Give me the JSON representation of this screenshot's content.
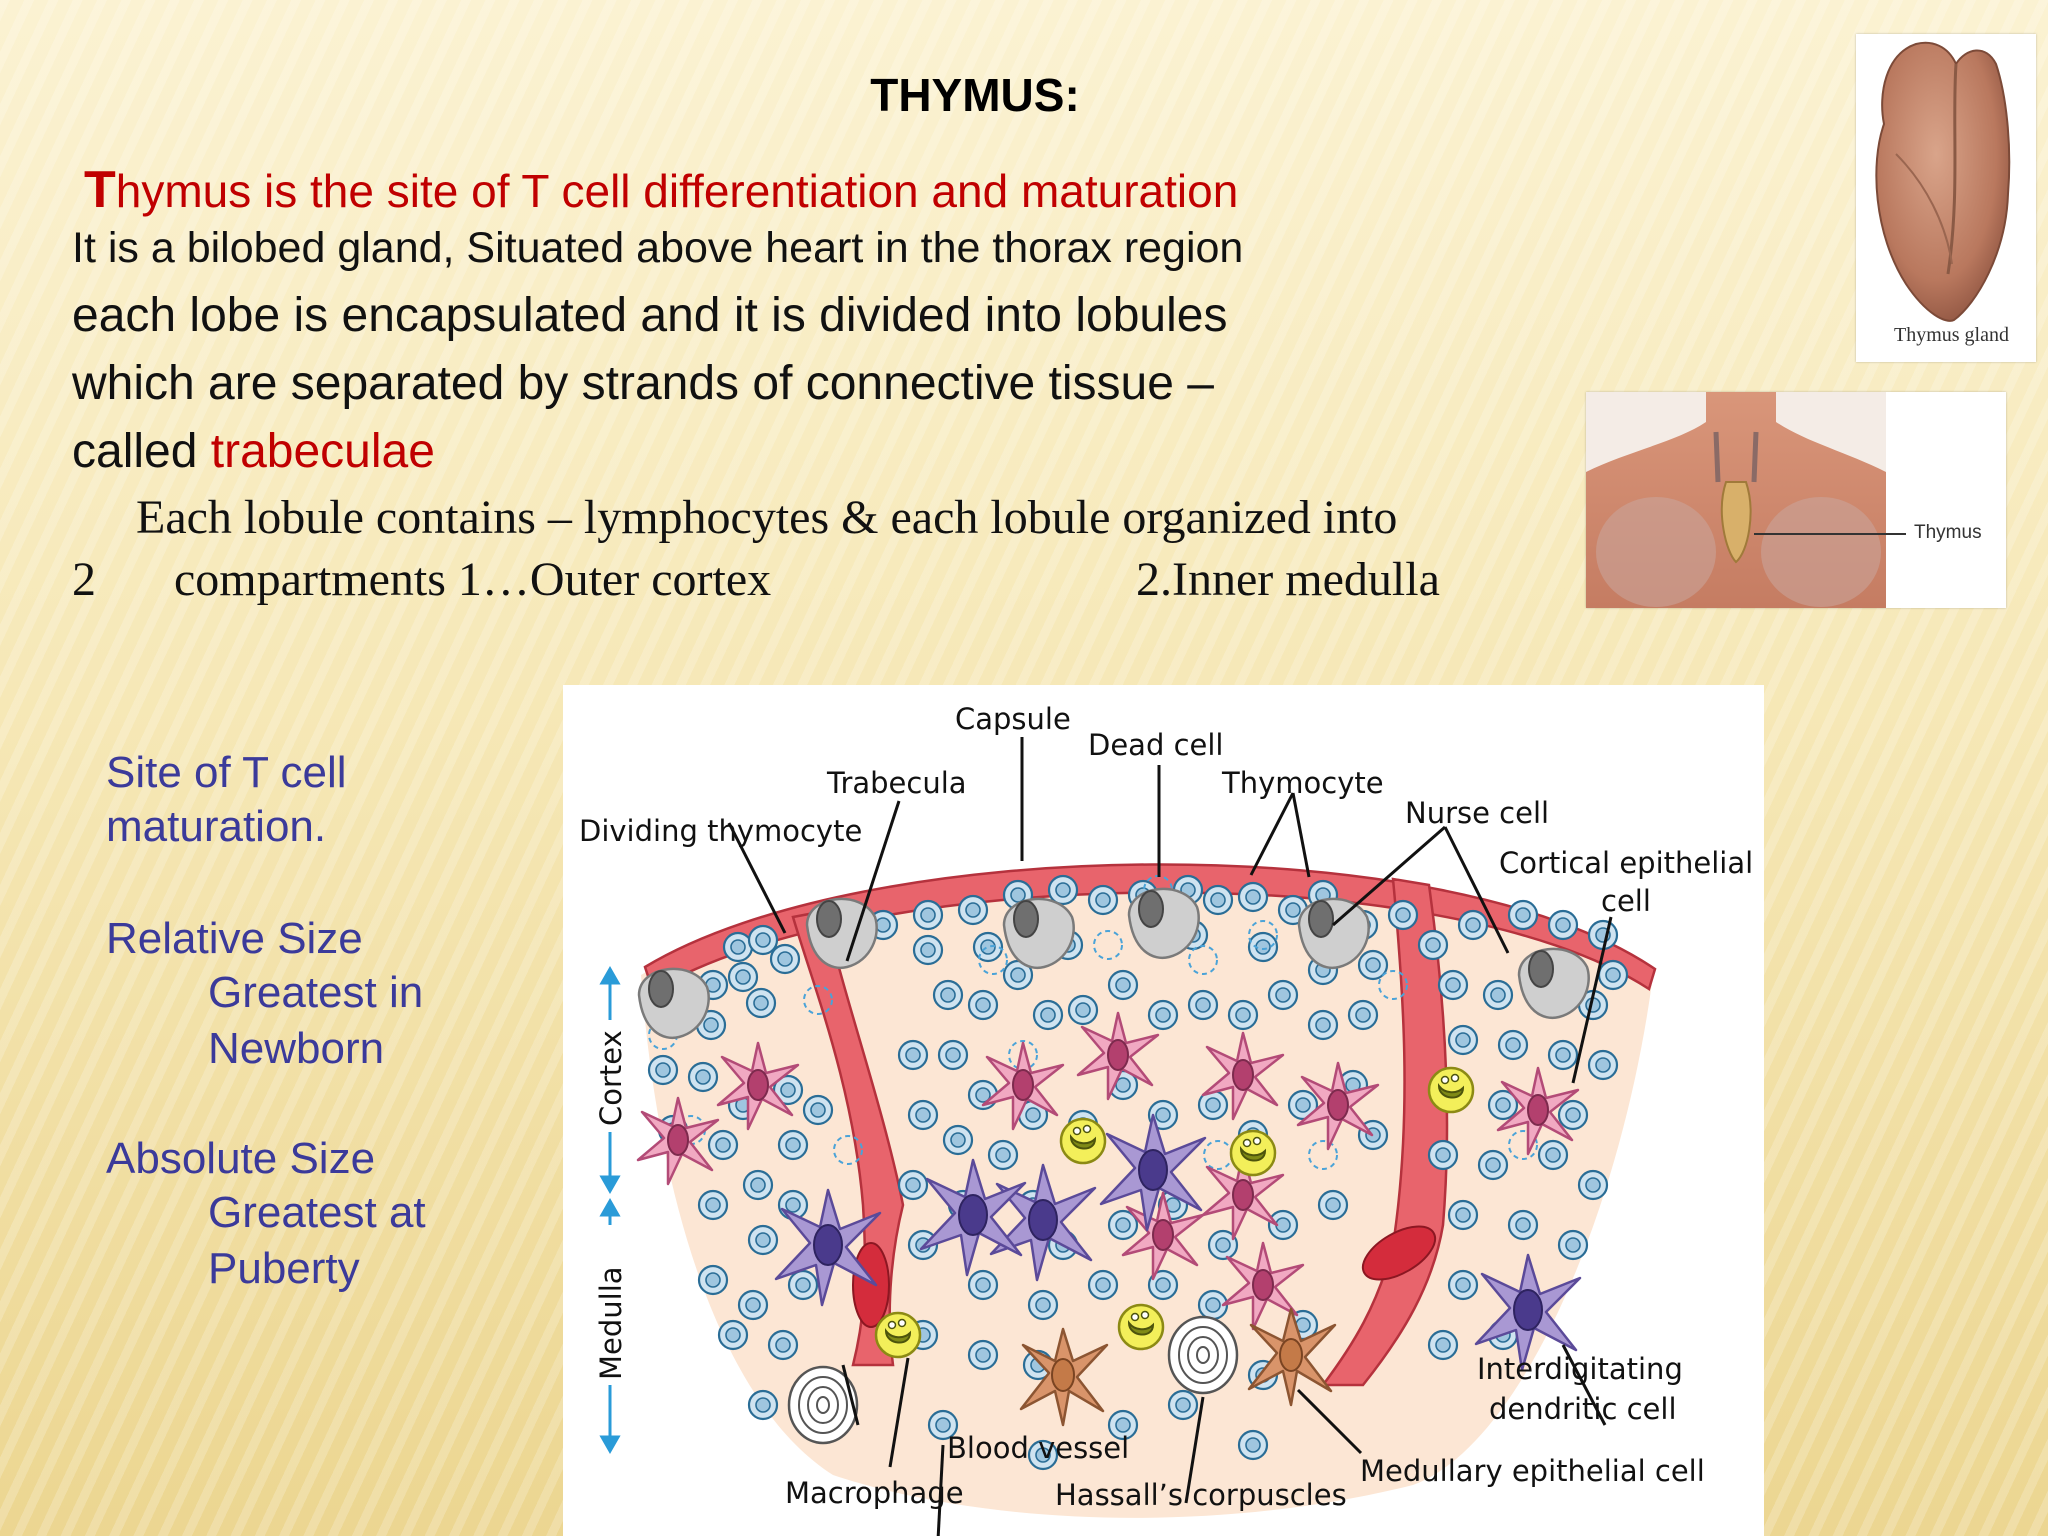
{
  "slide": {
    "title": "THYMUS:",
    "lines": {
      "l1_first": "T",
      "l1_rest": "hymus is the site of T cell differentiation and maturation",
      "l2": "It  is a bilobed gland, Situated above heart in the thorax region",
      "l3": " each lobe is encapsulated and it is divided into lobules",
      "l4": "which are separated by strands of connective tissue –",
      "l5_a": "called ",
      "l5_b": "trabeculae",
      "l6": "Each lobule contains – lymphocytes  & each lobule organized into",
      "l7_a": "2",
      "l7_b": "compartments   1…Outer cortex",
      "l7_c": "2.Inner medulla"
    }
  },
  "side": {
    "p1a": "Site of T cell",
    "p1b": "maturation.",
    "p2a": "Relative Size",
    "p2b": "Greatest in",
    "p2c": "Newborn",
    "p3a": "Absolute Size",
    "p3b": "Greatest at",
    "p3c": "Puberty"
  },
  "images": {
    "gland_caption": "Thymus gland",
    "body_caption": "Thymus"
  },
  "diagram": {
    "labels": {
      "capsule": "Capsule",
      "dead_cell": "Dead cell",
      "trabecula": "Trabecula",
      "thymocyte": "Thymocyte",
      "nurse_cell": "Nurse cell",
      "dividing_thymocyte": "Dividing thymocyte",
      "cortical_1": "Cortical epithelial",
      "cortical_2": "cell",
      "cortex": "Cortex",
      "medulla": "Medulla",
      "interdig_1": "Interdigitating",
      "interdig_2": "dendritic cell",
      "blood_vessel": "Blood vessel",
      "medullary": "Medullary epithelial cell",
      "macrophage": "Macrophage",
      "hassall": "Hassall’s corpuscles"
    }
  },
  "colors": {
    "heading_red": "#c00000",
    "side_blue": "#3b3a9a",
    "capsule": "#e8646c",
    "tissue": "#fbe6d2"
  }
}
